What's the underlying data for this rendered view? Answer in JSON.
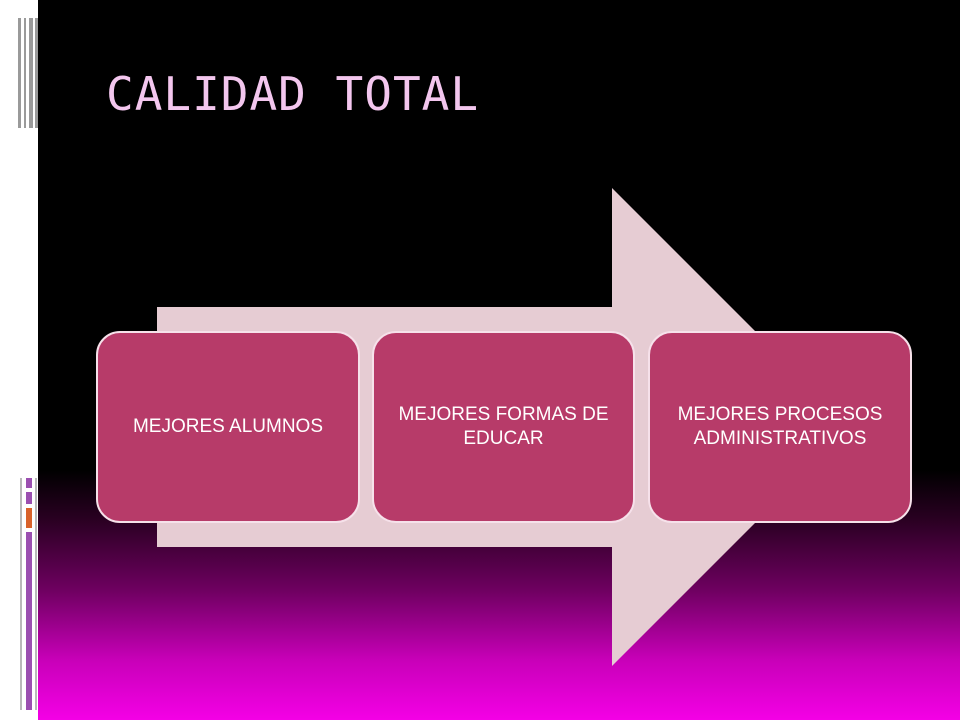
{
  "slide": {
    "title": "CALIDAD TOTAL"
  },
  "diagram": {
    "type": "process-arrow",
    "steps": [
      {
        "label": "MEJORES ALUMNOS"
      },
      {
        "label": "MEJORES FORMAS DE EDUCAR"
      },
      {
        "label": "MEJORES PROCESOS ADMINISTRATIVOS"
      }
    ]
  },
  "colors": {
    "title": "#f3c6ee",
    "arrow": "#e6ccd3",
    "box_fill": "#b73b69",
    "box_border": "#f6e1ea",
    "accent_orange": "#d9622a",
    "accent_purple": "#9b4fb0"
  }
}
